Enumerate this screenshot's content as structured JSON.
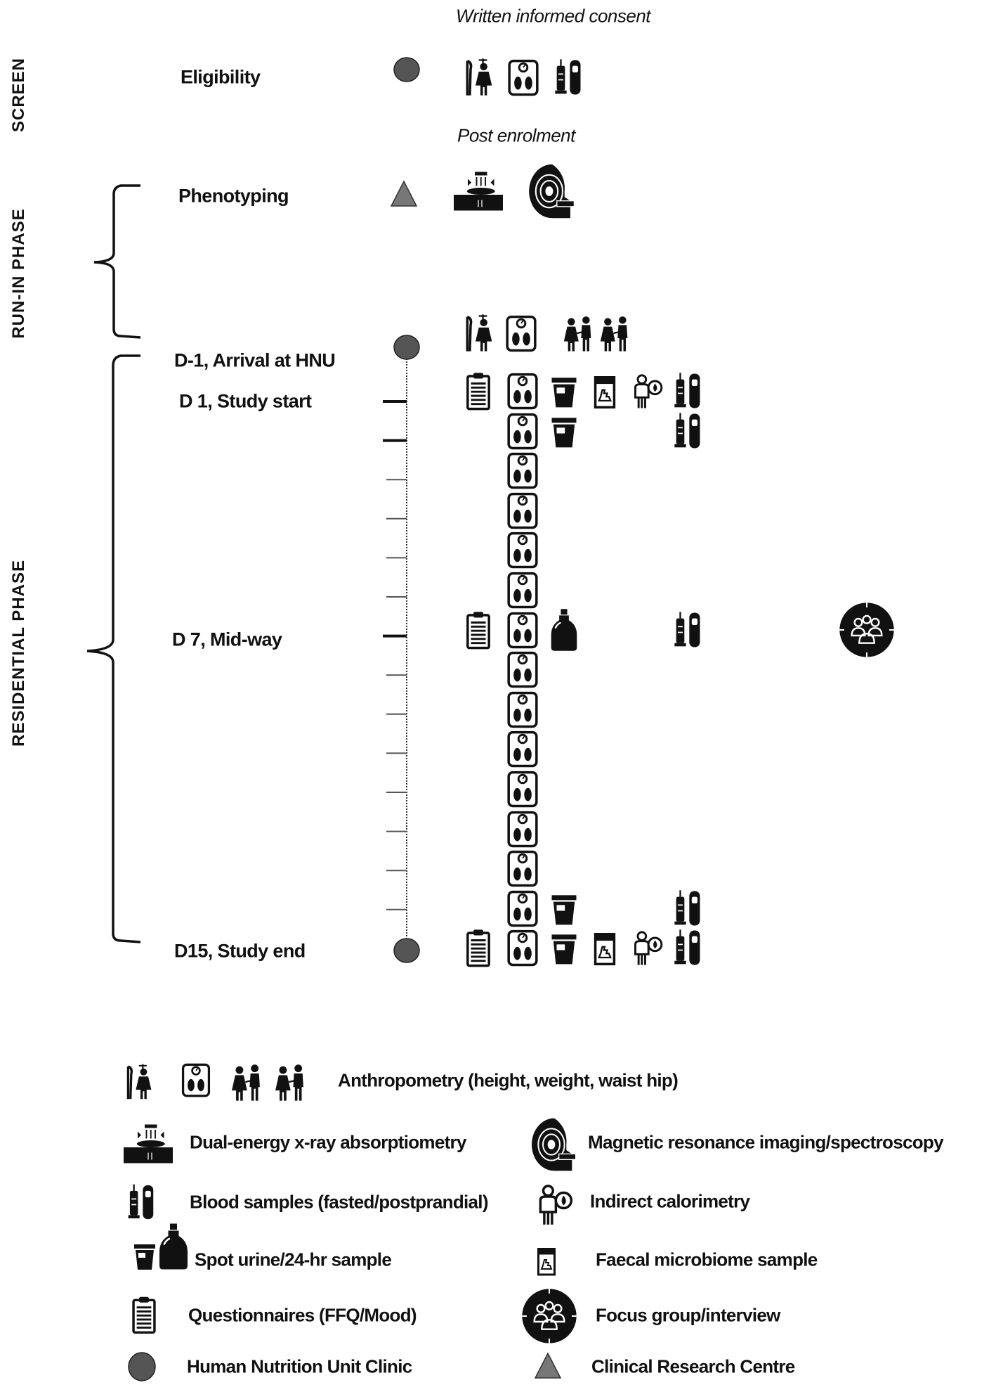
{
  "header": {
    "consent_note": "Written informed consent",
    "post_enrolment_note": "Post enrolment"
  },
  "phases": {
    "screen": "SCREEN",
    "run_in": "RUN-IN PHASE",
    "residential": "RESIDENTIAL PHASE"
  },
  "milestones": {
    "eligibility": {
      "label": "Eligibility",
      "site": "circle",
      "icons": [
        "height-icon",
        "weight-scale-icon",
        "blood-sample-icon"
      ]
    },
    "phenotyping": {
      "label": "Phenotyping",
      "site": "triangle",
      "icons": [
        "dexa-icon",
        "mri-icon"
      ]
    },
    "arrival": {
      "label": "D-1, Arrival at HNU",
      "site": "circle",
      "icons": [
        "height-icon",
        "weight-scale-icon",
        "waist-hip-icon",
        "waist-hip-icon"
      ]
    },
    "study_start": {
      "label": "D 1, Study start"
    },
    "mid_way": {
      "label": "D 7, Mid-way"
    },
    "study_end": {
      "label": "D15, Study end",
      "site": "circle"
    }
  },
  "timeline_days": [
    {
      "day": 1,
      "icons": [
        "questionnaire-icon",
        "weight-scale-icon",
        "urine-cup-icon",
        "faecal-sample-icon",
        "calorimetry-icon",
        "blood-sample-icon"
      ]
    },
    {
      "day": 2,
      "icons": [
        "weight-scale-icon",
        "urine-cup-icon",
        "blood-sample-icon"
      ]
    },
    {
      "day": 3,
      "icons": [
        "weight-scale-icon"
      ]
    },
    {
      "day": 4,
      "icons": [
        "weight-scale-icon"
      ]
    },
    {
      "day": 5,
      "icons": [
        "weight-scale-icon"
      ]
    },
    {
      "day": 6,
      "icons": [
        "weight-scale-icon"
      ]
    },
    {
      "day": 7,
      "icons": [
        "questionnaire-icon",
        "weight-scale-icon",
        "urine-jug-icon",
        "blood-sample-icon",
        "focus-group-icon"
      ]
    },
    {
      "day": 8,
      "icons": [
        "weight-scale-icon"
      ]
    },
    {
      "day": 9,
      "icons": [
        "weight-scale-icon"
      ]
    },
    {
      "day": 10,
      "icons": [
        "weight-scale-icon"
      ]
    },
    {
      "day": 11,
      "icons": [
        "weight-scale-icon"
      ]
    },
    {
      "day": 12,
      "icons": [
        "weight-scale-icon"
      ]
    },
    {
      "day": 13,
      "icons": [
        "weight-scale-icon"
      ]
    },
    {
      "day": 14,
      "icons": [
        "weight-scale-icon",
        "urine-cup-icon",
        "blood-sample-icon"
      ]
    },
    {
      "day": 15,
      "icons": [
        "questionnaire-icon",
        "weight-scale-icon",
        "urine-cup-icon",
        "faecal-sample-icon",
        "calorimetry-icon",
        "blood-sample-icon"
      ]
    }
  ],
  "legend": {
    "anthropometry": "Anthropometry (height, weight, waist hip)",
    "dexa": "Dual-energy x-ray absorptiometry",
    "mri": "Magnetic resonance imaging/spectroscopy",
    "blood": "Blood samples (fasted/postprandial)",
    "calorimetry": "Indirect calorimetry",
    "urine": "Spot urine/24-hr sample",
    "faecal": "Faecal microbiome sample",
    "questionnaires": "Questionnaires (FFQ/Mood)",
    "focus_group": "Focus group/interview",
    "hnu_clinic": "Human Nutrition Unit Clinic",
    "crc": "Clinical Research Centre"
  },
  "colors": {
    "site_marker": "#555555",
    "icon": "#111111"
  }
}
